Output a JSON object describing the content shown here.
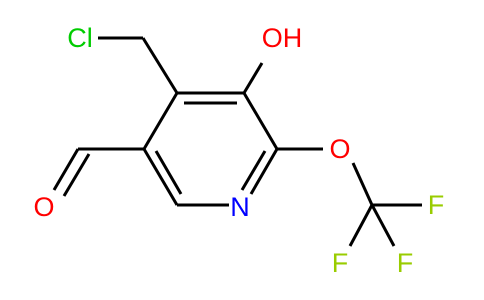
{
  "molecule": {
    "atoms": {
      "cl": "Cl",
      "hydroxyl": "OH",
      "ether_o": "O",
      "ring_n": "N",
      "aldehyde_o": "O",
      "f_top": "F",
      "f_bottom_left": "F",
      "f_bottom_right": "F"
    }
  },
  "colors": {
    "bond": "#000000",
    "chlorine": "#00cc00",
    "oxygen": "#ff0000",
    "nitrogen": "#0000ff",
    "fluorine": "#99cc00"
  }
}
